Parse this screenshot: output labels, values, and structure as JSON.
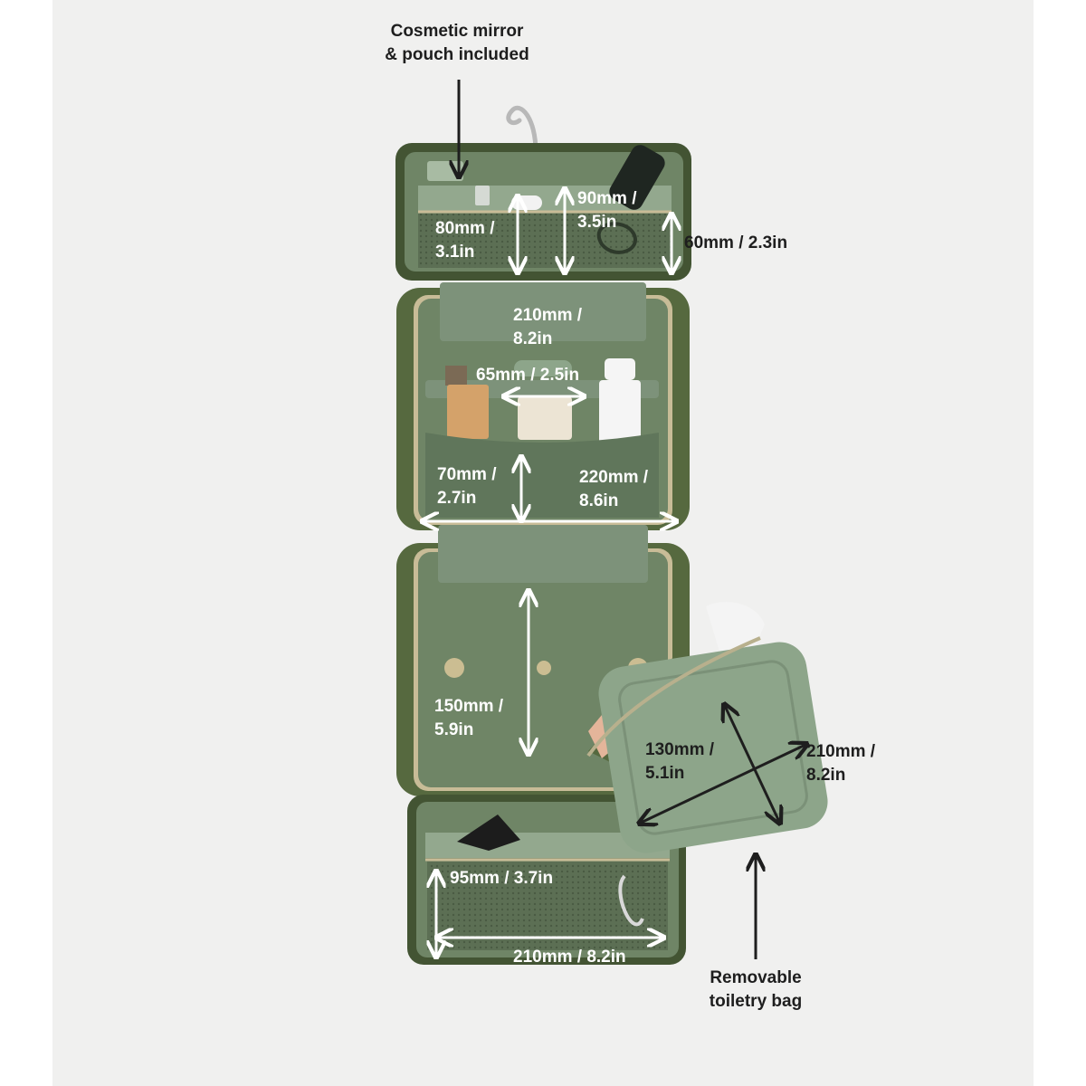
{
  "image_description_free": true,
  "colors": {
    "backdrop": "#f0f0ef",
    "bag_outer": "#56693f",
    "bag_dark": "#435433",
    "lining": "#6f8566",
    "lining_light": "#7d927a",
    "pouch": "#8da58a",
    "zipper": "#c8bc97",
    "mesh": "#5c6f54",
    "label_light": "#ffffff",
    "label_dark": "#1e1e1e"
  },
  "callouts": {
    "mirror": "Cosmetic mirror\n& pouch included",
    "toiletry": "Removable\ntoiletry bag"
  },
  "dimensions": {
    "top_pocket_height": "80mm /\n3.1in",
    "top_pocket_depth": "90mm /\n3.5in",
    "top_flap_height": "60mm / 2.3in",
    "upper_width": "210mm /\n8.2in",
    "elastic_loop": "65mm / 2.5in",
    "lower_pocket_height": "70mm /\n2.7in",
    "upper_compartment_width": "220mm /\n8.6in",
    "main_compartment_height": "150mm /\n5.9in",
    "pouch_height": "130mm /\n5.1in",
    "pouch_width": "210mm /\n8.2in",
    "bottom_pocket_height": "95mm / 3.7in",
    "bottom_width": "210mm / 8.2in"
  }
}
